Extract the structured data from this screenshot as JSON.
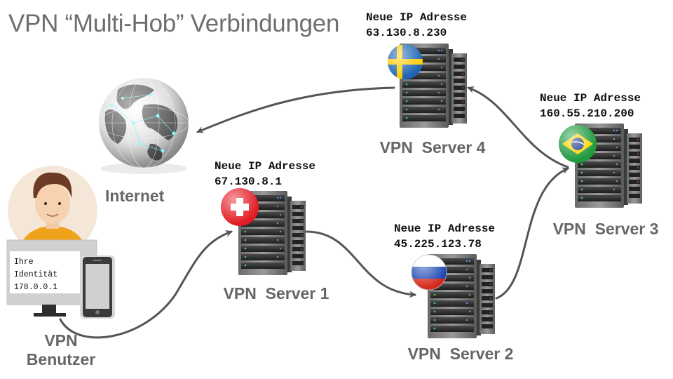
{
  "title": "VPN “Multi-Hob” Verbindungen",
  "internet": {
    "label": "Internet"
  },
  "user": {
    "label_line1": "VPN",
    "label_line2": "Benutzer",
    "identity_line1": "Ihre",
    "identity_line2": "Identität",
    "identity_ip": "178.0.0.1"
  },
  "servers": [
    {
      "name": "VPN  Server 1",
      "ip_label": "Neue IP Adresse",
      "ip": "67.130.8.1",
      "flag": "switzerland"
    },
    {
      "name": "VPN  Server 2",
      "ip_label": "Neue IP Adresse",
      "ip": "45.225.123.78",
      "flag": "russia"
    },
    {
      "name": "VPN  Server 3",
      "ip_label": "Neue IP Adresse",
      "ip": "160.55.210.200",
      "flag": "brazil"
    },
    {
      "name": "VPN  Server 4",
      "ip_label": "Neue IP Adresse",
      "ip": "63.130.8.230",
      "flag": "sweden"
    }
  ],
  "colors": {
    "arrow": "#555555",
    "label": "#666666",
    "title": "#6e6e6e"
  }
}
